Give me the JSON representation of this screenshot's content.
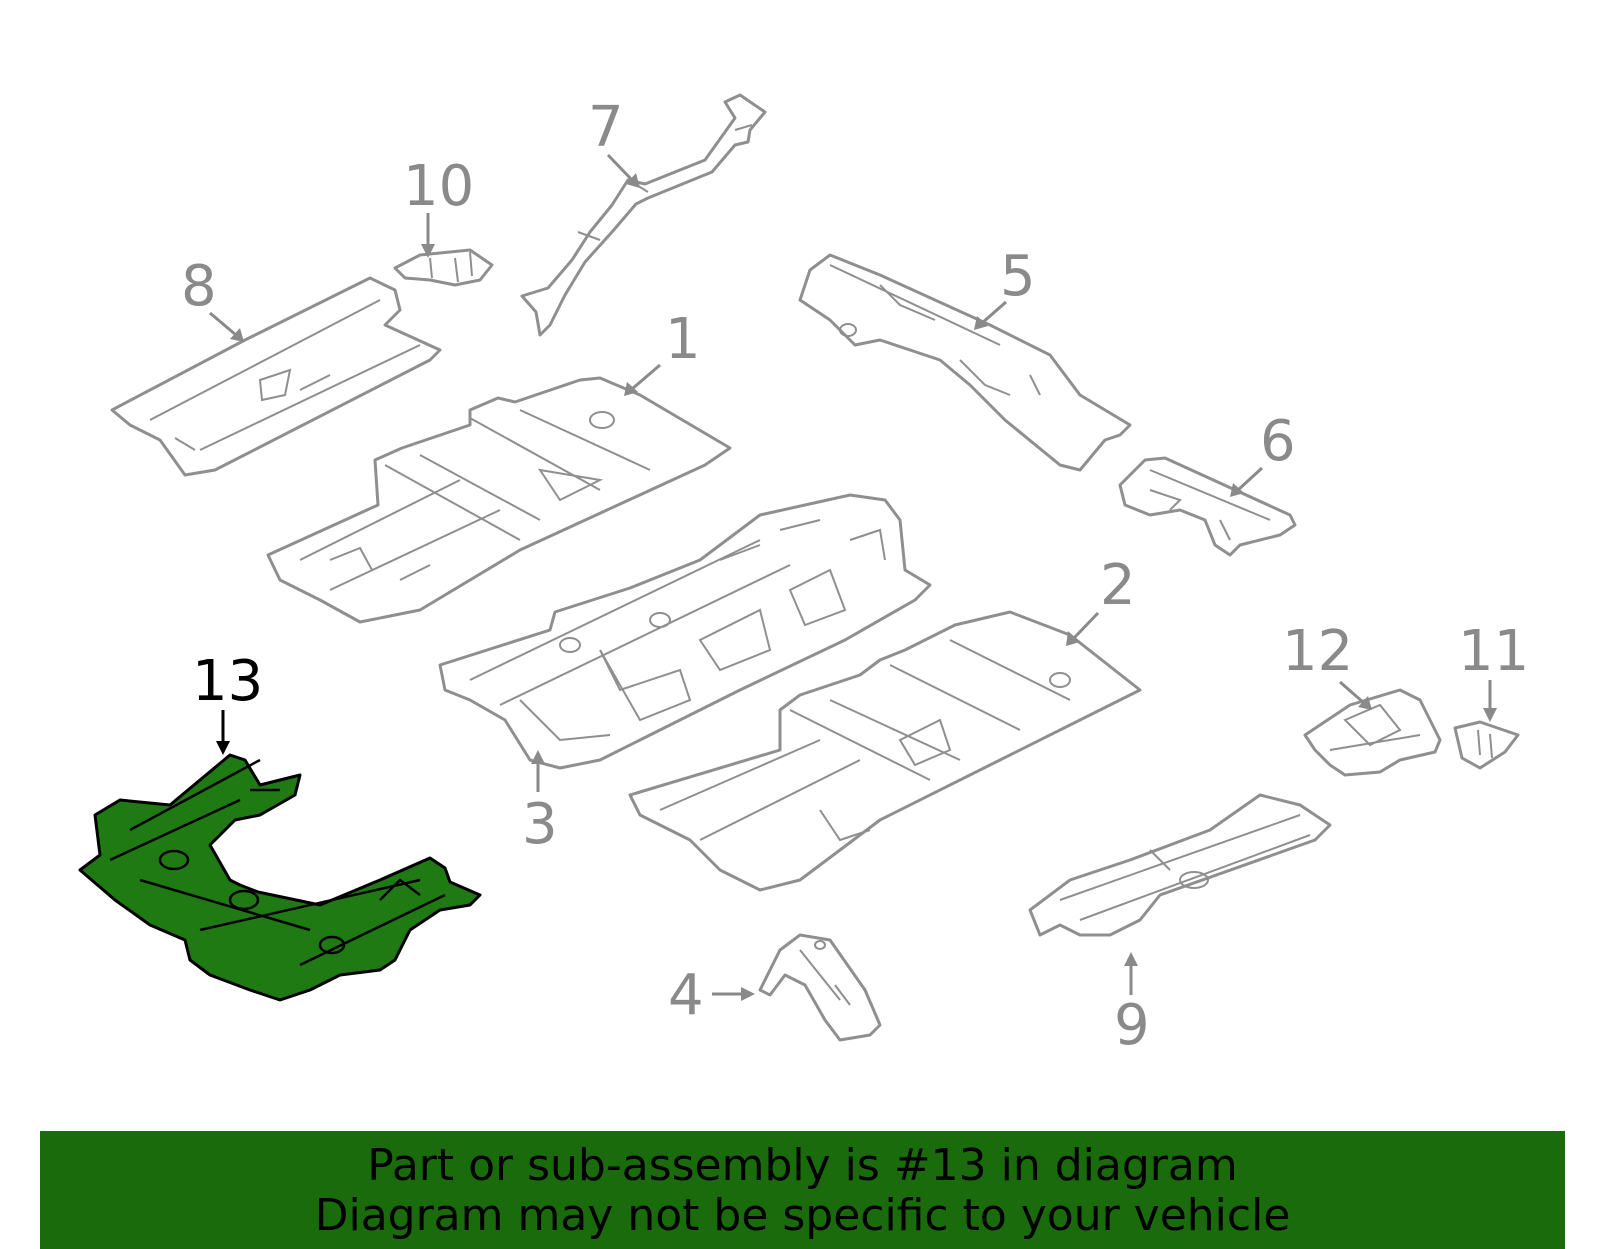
{
  "diagram": {
    "highlight_color": "#1f7a14",
    "outline_color": "#8f8f8f",
    "callouts": [
      {
        "id": "1",
        "label": "1"
      },
      {
        "id": "2",
        "label": "2"
      },
      {
        "id": "3",
        "label": "3"
      },
      {
        "id": "4",
        "label": "4"
      },
      {
        "id": "5",
        "label": "5"
      },
      {
        "id": "6",
        "label": "6"
      },
      {
        "id": "7",
        "label": "7"
      },
      {
        "id": "8",
        "label": "8"
      },
      {
        "id": "9",
        "label": "9"
      },
      {
        "id": "10",
        "label": "10"
      },
      {
        "id": "11",
        "label": "11"
      },
      {
        "id": "12",
        "label": "12"
      },
      {
        "id": "13",
        "label": "13",
        "highlighted": true
      }
    ]
  },
  "banner": {
    "background_color": "#1a6b0c",
    "line1": "Part or sub-assembly is #13 in diagram",
    "line2": "Diagram may not be specific to your vehicle"
  }
}
